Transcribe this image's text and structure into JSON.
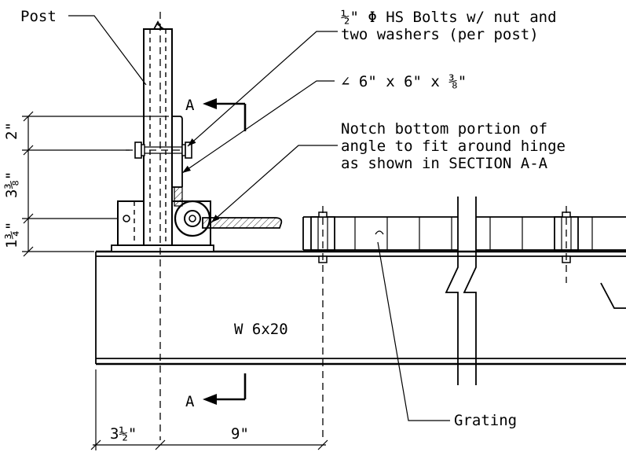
{
  "labels": {
    "post": "Post",
    "bolts_line1": "½\" Φ HS Bolts w/ nut and",
    "bolts_line2": "two washers (per post)",
    "angle": "∠ 6\" x 6\" x ⅜\"",
    "notch_line1": "Notch bottom portion of",
    "notch_line2": "angle to fit around hinge",
    "notch_line3": "as shown in SECTION A-A",
    "beam": "W 6x20",
    "grating": "Grating",
    "section_top": "A",
    "section_bottom": "A"
  },
  "dimensions": {
    "vertical": [
      "2\"",
      "3⅜\"",
      "1¾\""
    ],
    "horizontal": [
      "3½\"",
      "9\""
    ]
  }
}
